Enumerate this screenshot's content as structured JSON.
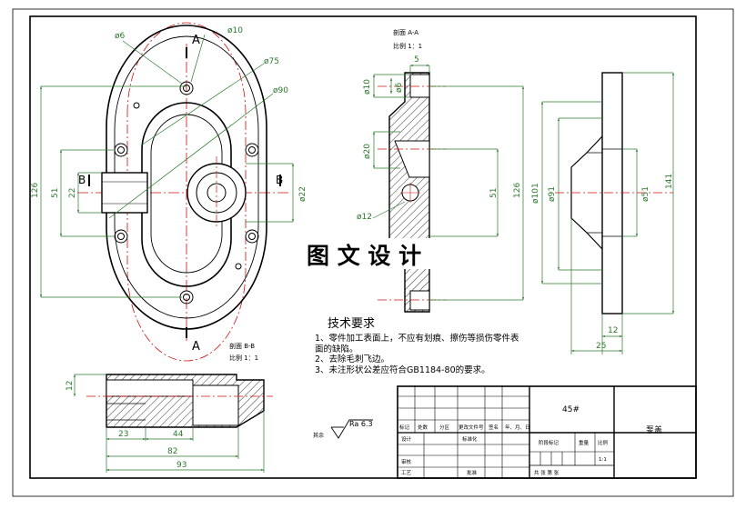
{
  "front_view": {
    "section_mark_top": "A",
    "section_mark_bottom": "A",
    "section_mark_left": "B",
    "section_mark_right": "B",
    "dims": {
      "phi6": "ø6",
      "phi10": "ø10",
      "phi75": "ø75",
      "phi90": "ø90",
      "h126": "126",
      "h51": "51",
      "h22": "22",
      "phi22": "ø22"
    }
  },
  "section_aa": {
    "title": "剖面   A-A",
    "scale": "比例  1：1",
    "dims": {
      "w5": "5",
      "phi10": "ø10",
      "phi6": "ø6",
      "phi20": "ø20",
      "phi12": "ø12",
      "h51": "51",
      "h126": "126"
    }
  },
  "side_view": {
    "dims": {
      "phi101": "ø101",
      "phi91": "ø91",
      "phi51": "ø51",
      "h141": "141",
      "w12": "12",
      "w25": "25"
    }
  },
  "section_bb": {
    "title": "剖面  B-B",
    "scale": "比例  1：1",
    "dims": {
      "h12": "12",
      "w23": "23",
      "w44": "44",
      "w82": "82",
      "w93": "93"
    }
  },
  "watermark": "图 文 设 计",
  "tech_req": {
    "title": "技术要求",
    "items": [
      "1、零件加工表面上，不应有划痕、擦伤等损伤零件表",
      "   面的缺陷。",
      "2、去除毛刺飞边。",
      "3、未注形状公差应符合GB1184-80的要求。"
    ]
  },
  "roughness": {
    "label": "其余",
    "value": "Ra 6.3"
  },
  "title_block": {
    "material": "45#",
    "part_name": "泵盖",
    "row_headers": [
      "标记",
      "处数",
      "分区",
      "更改文件号",
      "签名",
      "年、月、日"
    ],
    "design": "设计",
    "standardize": "标准化",
    "review": "审核",
    "process": "工艺",
    "approve": "批准",
    "stage_mark": "阶段标记",
    "weight": "重量",
    "scale_label": "比例",
    "scale_value": "1:1",
    "sheet_info": "共    张    第    张"
  }
}
